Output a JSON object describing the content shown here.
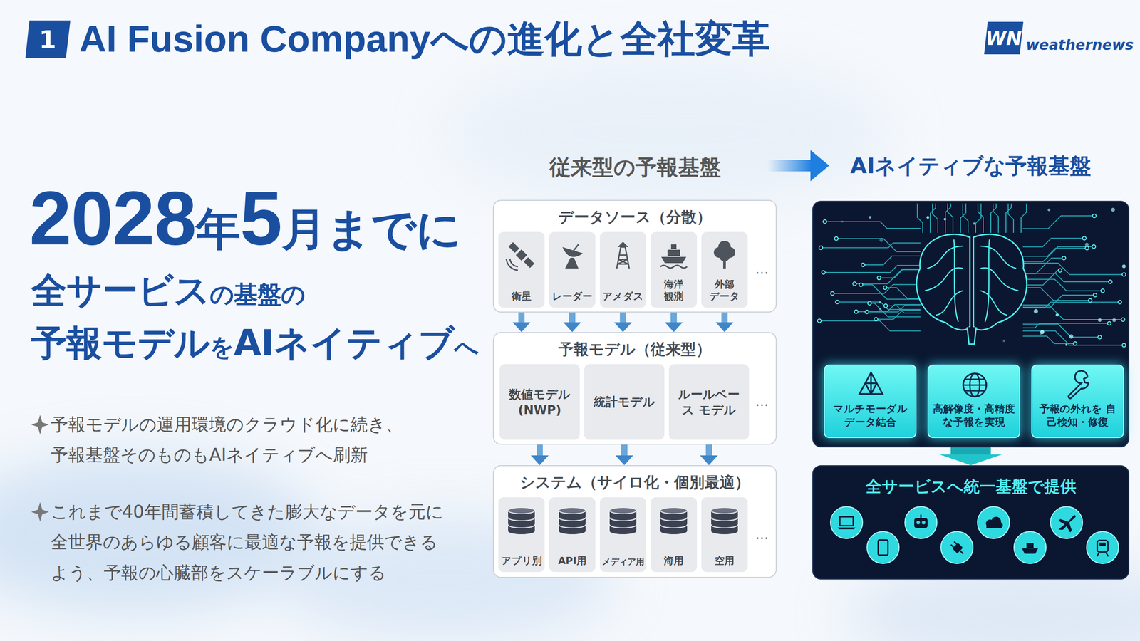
{
  "diagram": {
    "title": "AI Fusion Companyへの進化と全社変革",
    "nodes": [
      {
        "text": [
          "データソース（分散）"
        ]
      },
      {
        "text": [
          "衛星"
        ],
        "in": 0
      },
      {
        "text": [
          "レーダー"
        ],
        "in": 0
      },
      {
        "text": [
          "アメダス"
        ],
        "in": 0
      },
      {
        "text": [
          "海洋 観測"
        ],
        "in": 0
      },
      {
        "text": [
          "外部 データ"
        ],
        "in": 0
      },
      {
        "text": [
          "予報モデル（従来型）"
        ]
      },
      {
        "text": [
          "数値モデル (NWP)"
        ],
        "in": 6
      },
      {
        "text": [
          "統計モデル"
        ],
        "in": 6
      },
      {
        "text": [
          "ルールベース モデル"
        ],
        "in": 6
      },
      {
        "text": [
          "システム（サイロ化・個別最適）"
        ]
      },
      {
        "text": [
          "アプリ別"
        ],
        "in": 10
      },
      {
        "text": [
          "API用"
        ],
        "in": 10
      },
      {
        "text": [
          "メディア用"
        ],
        "in": 10
      },
      {
        "text": [
          "海用"
        ],
        "in": 10
      },
      {
        "text": [
          "空用"
        ],
        "in": 10
      },
      {
        "text": [
          "AIネイティブな予報基盤"
        ]
      },
      {
        "text": [
          "マルチモーダル データ結合"
        ],
        "in": 16
      },
      {
        "text": [
          "高解像度・高精度 な予報を実現"
        ],
        "in": 16
      },
      {
        "text": [
          "予報の外れを 自己検知・修復"
        ],
        "in": 16
      },
      {
        "text": [
          "全サービスへ統一基盤で提供"
        ]
      }
    ],
    "edges": [
      {
        "from": 1,
        "to": 6,
        "arrow": "to"
      },
      {
        "from": 2,
        "to": 6,
        "arrow": "to"
      },
      {
        "from": 3,
        "to": 6,
        "arrow": "to"
      },
      {
        "from": 4,
        "to": 6,
        "arrow": "to"
      },
      {
        "from": 5,
        "to": 6,
        "arrow": "to"
      },
      {
        "from": 7,
        "to": 10,
        "arrow": "to"
      },
      {
        "from": 8,
        "to": 10,
        "arrow": "to"
      },
      {
        "from": 9,
        "to": 10,
        "arrow": "to"
      },
      {
        "from": 16,
        "to": 20,
        "arrow": "to"
      }
    ],
    "labels": [
      "1",
      "WN",
      "weathernews",
      "2028年5月までに",
      "全サービスの基盤の",
      "予報モデルをAIネイティブへ",
      "予報モデルの運用環境のクラウド化に続き、 予報基盤そのものもAIネイティブへ刷新",
      "これまで40年間蓄積してきた膨大なデータを元に 全世界のあらゆる顧客に最適な予報を提供できる よう、予報の心臓部をスケーラブルにする",
      "従来型の予報基盤",
      "…",
      "…",
      "…"
    ]
  }
}
